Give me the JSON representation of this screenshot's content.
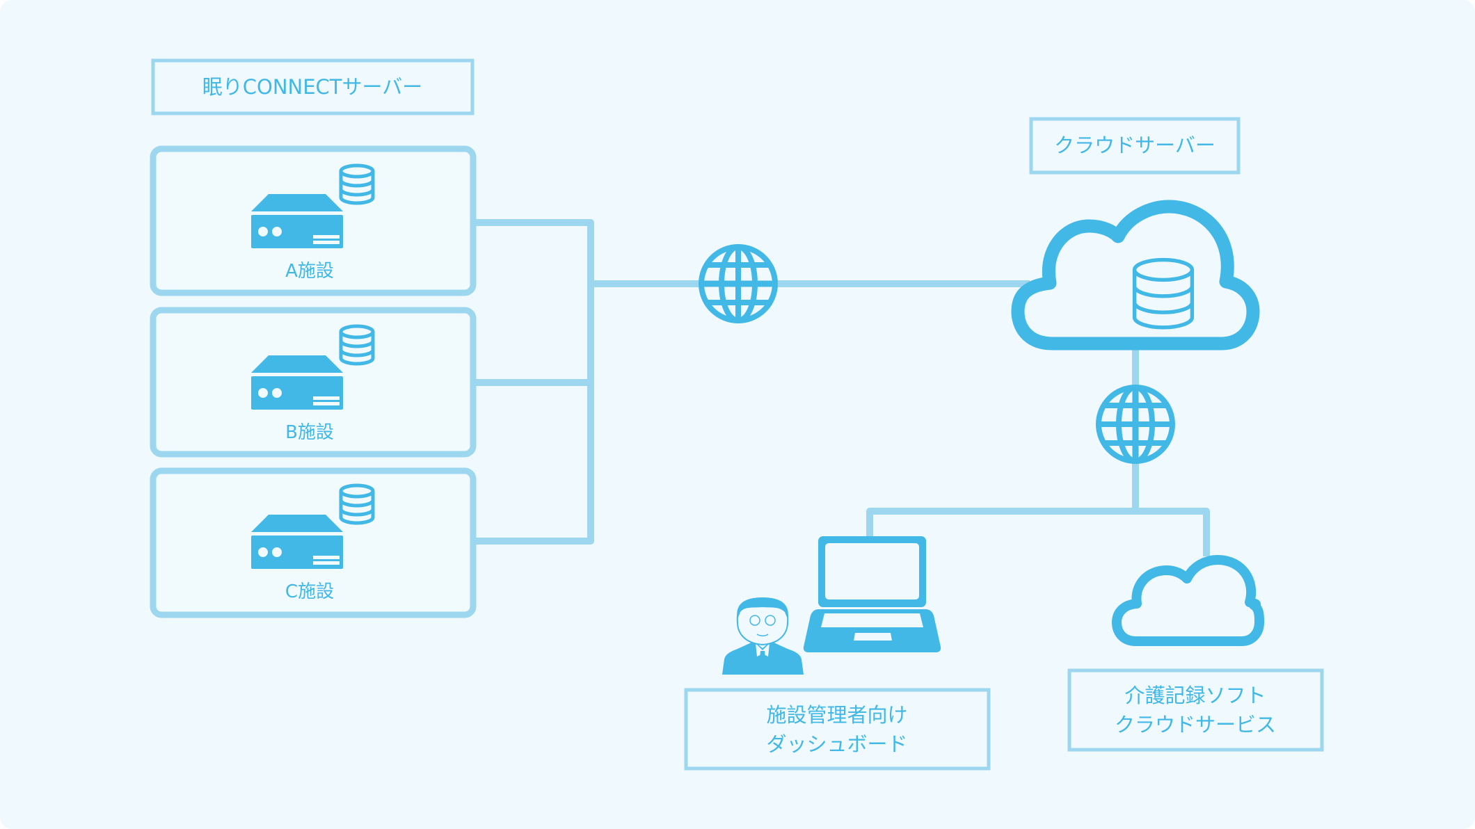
{
  "diagram": {
    "title": "眠りCONNECT system architecture",
    "colors": {
      "background": "#f0f9fd",
      "line": "#9dd7ef",
      "icon": "#41b8e6",
      "text": "#41b8e6"
    },
    "server_group": {
      "label": "眠りCONNECTサーバー",
      "facilities": [
        {
          "label": "A施設",
          "icon": "server-icon",
          "storage_icon": "database-icon"
        },
        {
          "label": "B施設",
          "icon": "server-icon",
          "storage_icon": "database-icon"
        },
        {
          "label": "C施設",
          "icon": "server-icon",
          "storage_icon": "database-icon"
        }
      ]
    },
    "internet_nodes": [
      {
        "icon": "globe-icon",
        "role": "internet between facility servers and cloud"
      },
      {
        "icon": "globe-icon",
        "role": "internet between cloud and clients"
      }
    ],
    "cloud_server": {
      "label": "クラウドサーバー",
      "icon": "cloud-icon",
      "storage_icon": "database-icon"
    },
    "dashboard": {
      "label_line1": "施設管理者向け",
      "label_line2": "ダッシュボード",
      "icon": "laptop-icon",
      "person_icon": "manager-avatar-icon"
    },
    "care_software": {
      "label_line1": "介護記録ソフト",
      "label_line2": "クラウドサービス",
      "icon": "cloud-icon"
    },
    "connections": [
      [
        "A施設",
        "internet-1"
      ],
      [
        "B施設",
        "internet-1"
      ],
      [
        "C施設",
        "internet-1"
      ],
      [
        "internet-1",
        "クラウドサーバー"
      ],
      [
        "クラウドサーバー",
        "internet-2"
      ],
      [
        "internet-2",
        "施設管理者向けダッシュボード"
      ],
      [
        "internet-2",
        "介護記録ソフトクラウドサービス"
      ]
    ]
  }
}
